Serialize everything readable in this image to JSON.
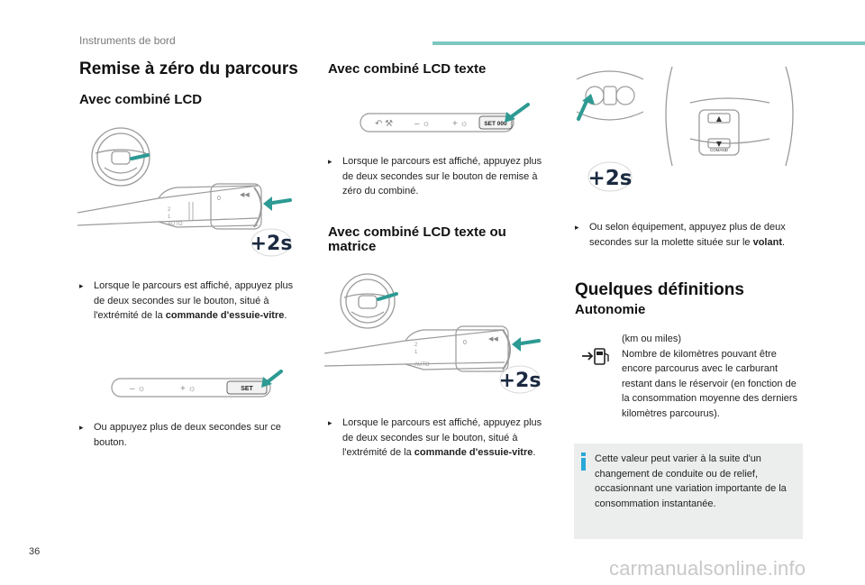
{
  "header": {
    "section_title": "Instruments de bord",
    "accent_color": "#7cc8c0"
  },
  "page_number": "36",
  "watermark": "carmanualsonline.info",
  "col1": {
    "title": "Remise à zéro du parcours",
    "subtitle": "Avec combiné LCD",
    "para1": {
      "before": "Lorsque le parcours est affiché, appuyez plus de deux secondes sur le bouton, situé à l'extrémité de la ",
      "bold": "commande d'essuie-vitre",
      "after": "."
    },
    "para2": "Ou appuyez plus de deux secondes sur ce bouton.",
    "badge": "+2s",
    "set_label": "SET"
  },
  "col2": {
    "subtitle1": "Avec combiné LCD texte",
    "para1": "Lorsque le parcours est affiché, appuyez plus de deux secondes sur le bouton de remise à zéro du combiné.",
    "subtitle2": "Avec combiné LCD texte ou matrice",
    "para2": {
      "before": "Lorsque le parcours est affiché, appuyez plus de deux secondes sur le bouton, situé à l'extrémité de la ",
      "bold": "commande d'essuie-vitre",
      "after": "."
    },
    "badge": "+2s",
    "set_label": "SET 000"
  },
  "col3": {
    "badge": "+2s",
    "comand_label": "COMAND",
    "para1": {
      "before": "Ou selon équipement, appuyez plus de deux secondes sur la molette située sur le ",
      "bold": "volant",
      "after": "."
    },
    "section_title": "Quelques définitions",
    "subtitle": "Autonomie",
    "autonomy_text": {
      "line1": "(km ou miles)",
      "line2": "Nombre de kilomètres pouvant être encore parcourus avec le carburant restant dans le réservoir (en fonction de la consommation moyenne des derniers kilomètres parcourus)."
    },
    "info_text": "Cette valeur peut varier à la suite d'un changement de conduite ou de relief, occasionnant une variation importante de la consommation instantanée.",
    "info_color": "#2aa7d8"
  },
  "bullet_glyph": "▸",
  "arrow_color": "#2d9a93"
}
